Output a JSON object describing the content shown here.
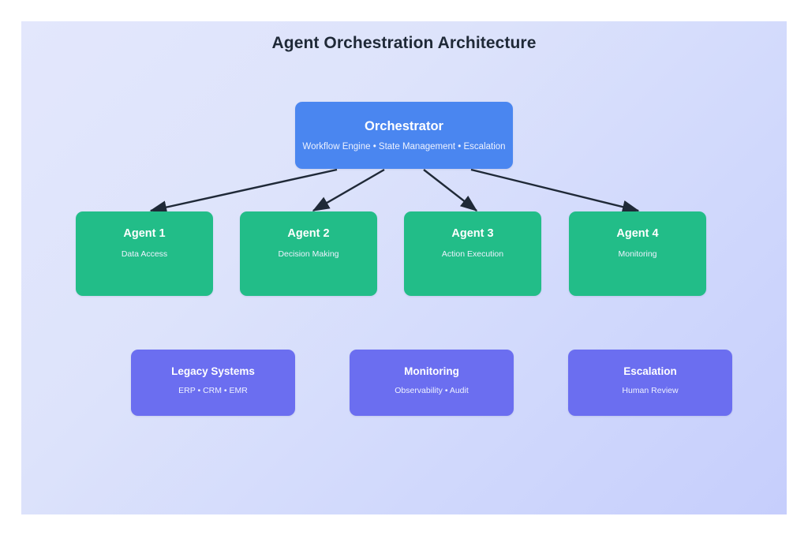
{
  "diagram": {
    "title": "Agent Orchestration Architecture",
    "background_gradient_from": "#e3e7fc",
    "background_gradient_to": "#c6cefc",
    "colors": {
      "orchestrator": "#4a86f0",
      "agent": "#22bd88",
      "support": "#6b6ef0",
      "arrow": "#1f2937",
      "title_text": "#1f2937",
      "node_text": "#ffffff"
    },
    "orchestrator": {
      "title": "Orchestrator",
      "subtitle": "Workflow Engine • State Management • Escalation"
    },
    "agents": [
      {
        "title": "Agent 1",
        "subtitle": "Data Access"
      },
      {
        "title": "Agent 2",
        "subtitle": "Decision Making"
      },
      {
        "title": "Agent 3",
        "subtitle": "Action Execution"
      },
      {
        "title": "Agent 4",
        "subtitle": "Monitoring"
      }
    ],
    "support": [
      {
        "title": "Legacy Systems",
        "subtitle": "ERP • CRM • EMR"
      },
      {
        "title": "Monitoring",
        "subtitle": "Observability • Audit"
      },
      {
        "title": "Escalation",
        "subtitle": "Human Review"
      }
    ],
    "connections": [
      {
        "from": "Orchestrator",
        "to": "Agent 1"
      },
      {
        "from": "Orchestrator",
        "to": "Agent 2"
      },
      {
        "from": "Orchestrator",
        "to": "Agent 3"
      },
      {
        "from": "Orchestrator",
        "to": "Agent 4"
      }
    ]
  }
}
